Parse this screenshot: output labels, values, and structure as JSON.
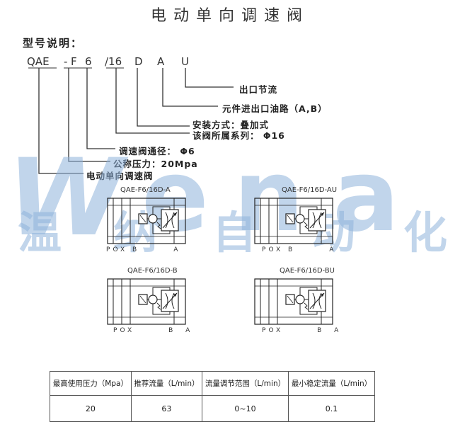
{
  "title": "电动单向调速阀",
  "model_heading": "型号说明：",
  "code_parts": [
    "QAE",
    "-",
    "F",
    "6",
    "/16",
    "D",
    "A",
    "U"
  ],
  "explanations": [
    "出口节流",
    "元件进出口油路（A,B）",
    "安装方式：叠加式",
    "该阀所属系列： Φ16",
    "调速阀通径： Φ6",
    "公称压力：20Mpa",
    "电动单向调速阀"
  ],
  "watermark": {
    "latin": [
      "W",
      "e",
      "n",
      "a"
    ],
    "chinese": [
      "温",
      "纳",
      "自",
      "动",
      "化"
    ],
    "color": "#8fb3dc"
  },
  "schematics": [
    {
      "label": "QAE-F6/16D-A",
      "ports": [
        "P",
        "O",
        "X",
        "B",
        "A"
      ]
    },
    {
      "label": "QAE-F6/16D-AU",
      "ports": [
        "P",
        "O",
        "X",
        "B",
        "A"
      ]
    },
    {
      "label": "QAE-F6/16D-B",
      "ports": [
        "P",
        "O",
        "X",
        "B",
        "A"
      ]
    },
    {
      "label": "QAE-F6/16D-BU",
      "ports": [
        "P",
        "O",
        "X",
        "B",
        "A"
      ]
    }
  ],
  "spec_table": {
    "headers": [
      "最高使用压力（Mpa）",
      "推荐流量（L/min）",
      "流量调节范围（L/min）",
      "最小稳定流量（L/min）"
    ],
    "values": [
      "20",
      "63",
      "0~10",
      "0.1"
    ]
  }
}
